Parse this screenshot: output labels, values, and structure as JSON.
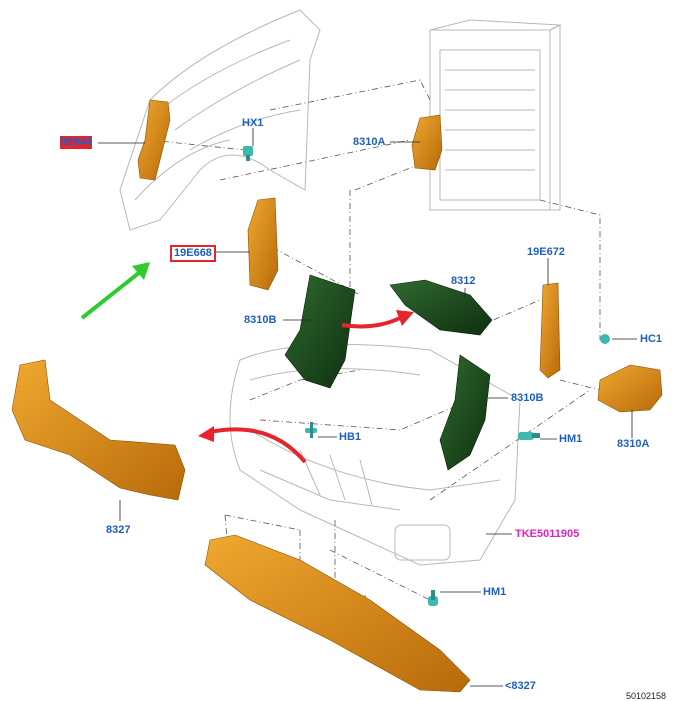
{
  "diagram": {
    "labels": {
      "l_9e944": "9E944",
      "l_hx1": "HX1",
      "l_8310a_top": "8310A",
      "l_19e668": "19E668",
      "l_19e672": "19E672",
      "l_8312": "8312",
      "l_8310b_left": "8310B",
      "l_hc1": "HC1",
      "l_8310b_right": "8310B",
      "l_8310a_right": "8310A",
      "l_hb1": "HB1",
      "l_hm1_mid": "HM1",
      "l_8327_left": "8327",
      "l_tke": "TKE5011905",
      "l_hm1_low": "HM1",
      "l_8327_bottom": "<8327",
      "ref_code": "50102158"
    },
    "colors": {
      "label_blue": "#1f5fbf",
      "highlight_red": "#e5242c",
      "magenta": "#e020c0",
      "part_orange": "#d98a16",
      "part_green": "#1e4d1e",
      "fastener_teal": "#3fb8b0",
      "arrow_green": "#2ecc2e",
      "arrow_red": "#e5242c"
    }
  }
}
